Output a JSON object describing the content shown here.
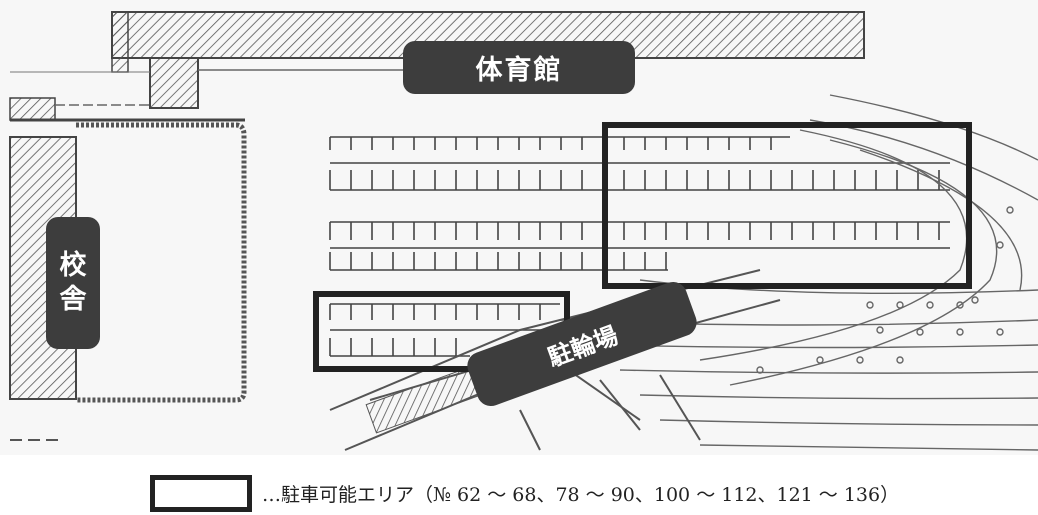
{
  "labels": {
    "gym": "体育館",
    "school_char1": "校",
    "school_char2": "舎",
    "bicycle_parking": "駐輪場"
  },
  "legend": {
    "text": "…駐車可能エリア（№ 62 〜 68、78 〜 90、100 〜 112、121 〜 136）"
  },
  "colors": {
    "label_bg": "#3d3d3d",
    "label_text": "#ffffff",
    "outline": "#222222",
    "drawing_lines": "#555555"
  }
}
